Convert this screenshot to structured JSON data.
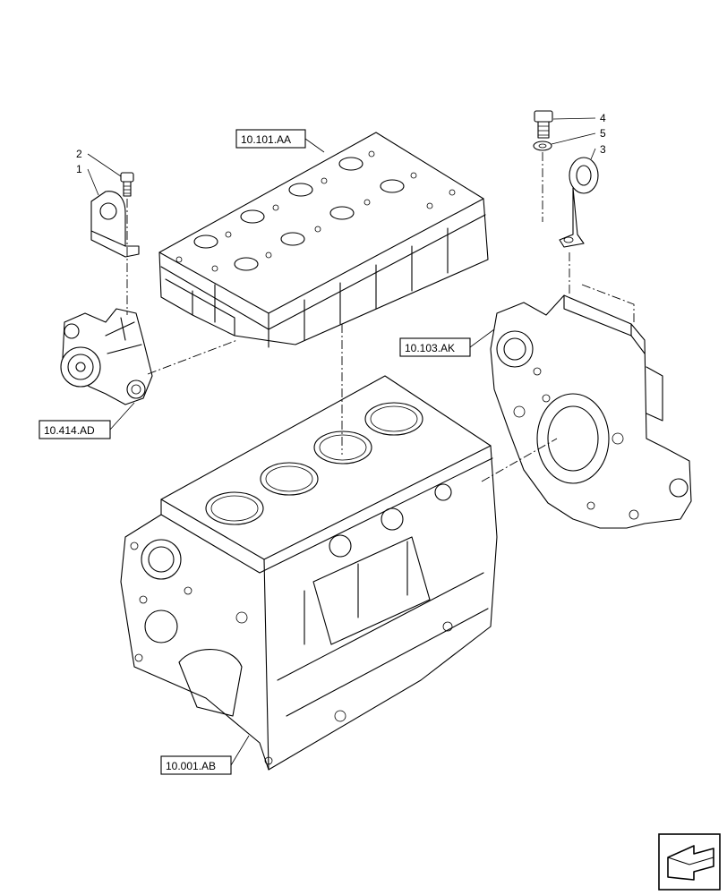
{
  "references": {
    "cylinder_head": "10.101.AA",
    "flywheel_housing": "10.103.AK",
    "water_pump": "10.414.AD",
    "engine_block": "10.001.AB"
  },
  "item_numbers": {
    "item1": "1",
    "item2": "2",
    "item3": "3",
    "item4": "4",
    "item5": "5"
  },
  "icons": {
    "navigation": "next-page-arrow-icon"
  }
}
